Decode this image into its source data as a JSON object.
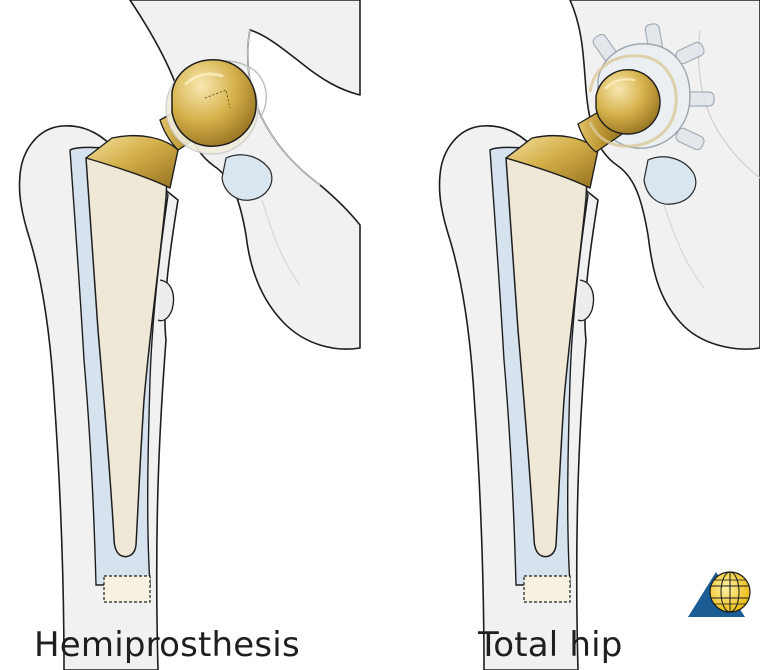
{
  "captions": {
    "left": "Hemiprosthesis",
    "right": "Total hip"
  },
  "colors": {
    "bone_fill": "#f1f1f1",
    "bone_shade": "#e4e4e4",
    "outline": "#1e1e1e",
    "canal": "#d6e3ee",
    "stem": "#efe8d6",
    "gold": "#c9a43c",
    "gold_light": "#ecd58a",
    "gold_dark": "#8f6f1e",
    "logo_blue": "#1a5c93",
    "logo_yellow": "#f1c40f"
  },
  "icons": {
    "logo": "globe-triangle-logo"
  }
}
